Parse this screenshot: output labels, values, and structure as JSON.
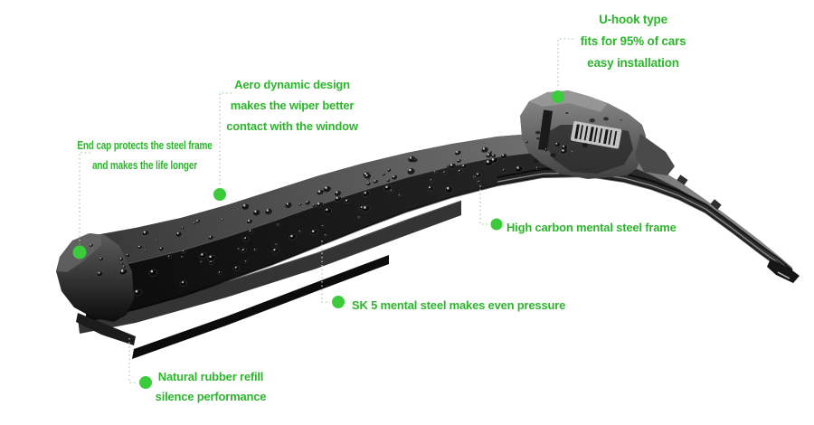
{
  "callouts": [
    {
      "id": "u-hook",
      "lines": [
        "U-hook type",
        "fits for 95% of cars",
        "easy installation"
      ]
    },
    {
      "id": "aero-dynamic",
      "lines": [
        "Aero dynamic design",
        "makes the wiper better",
        "contact with the window"
      ]
    },
    {
      "id": "end-cap",
      "lines": [
        "End cap protects the steel frame",
        "and makes the life longer"
      ]
    },
    {
      "id": "high-carbon",
      "lines": [
        "High carbon mental steel frame"
      ]
    },
    {
      "id": "sk5-steel",
      "lines": [
        "SK 5 mental steel makes even pressure"
      ]
    },
    {
      "id": "natural-rubber",
      "lines": [
        "Natural rubber refill",
        "silence performance"
      ]
    }
  ],
  "colors": {
    "label_green": "#2db52d",
    "dot_green": "#3bcb3b",
    "connector_green": "#a9cfa9",
    "background": "#ffffff"
  }
}
